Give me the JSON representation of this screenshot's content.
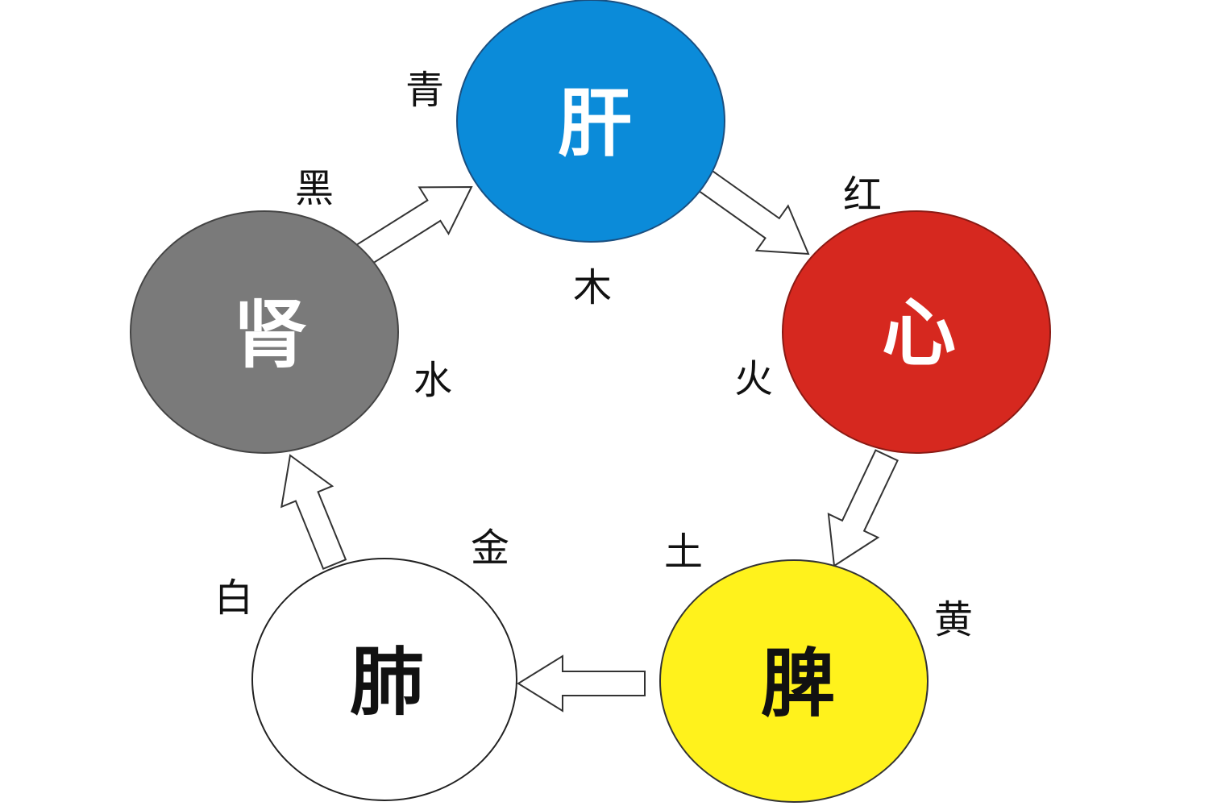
{
  "title": "",
  "organs": [
    {
      "id": "liver",
      "name": "肝",
      "element": "木",
      "color_name": "青",
      "fill": "#0b8bd9",
      "text_color": "#ffffff"
    },
    {
      "id": "heart",
      "name": "心",
      "element": "火",
      "color_name": "红",
      "fill": "#d6281f",
      "text_color": "#ffffff"
    },
    {
      "id": "spleen",
      "name": "脾",
      "element": "土",
      "color_name": "黄",
      "fill": "#fff21c",
      "text_color": "#111111"
    },
    {
      "id": "lung",
      "name": "肺",
      "element": "金",
      "color_name": "白",
      "fill": "#ffffff",
      "text_color": "#111111"
    },
    {
      "id": "kidney",
      "name": "肾",
      "element": "水",
      "color_name": "黑",
      "fill": "#7a7a7a",
      "text_color": "#ffffff"
    }
  ],
  "cycle": [
    [
      "liver",
      "heart"
    ],
    [
      "heart",
      "spleen"
    ],
    [
      "spleen",
      "lung"
    ],
    [
      "lung",
      "kidney"
    ],
    [
      "kidney",
      "liver"
    ]
  ]
}
